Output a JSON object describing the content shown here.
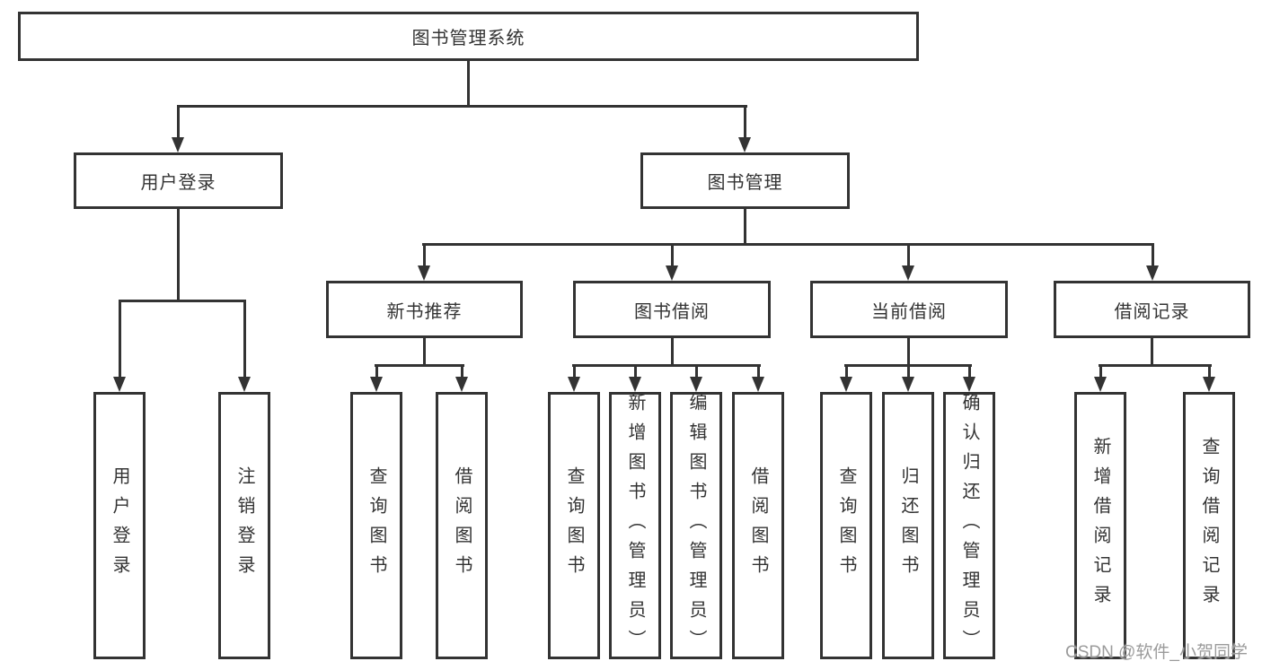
{
  "diagram": {
    "root": {
      "label": "图书管理系统"
    },
    "level2": [
      {
        "label": "用户登录"
      },
      {
        "label": "图书管理"
      }
    ],
    "level3": [
      {
        "label": "新书推荐"
      },
      {
        "label": "图书借阅"
      },
      {
        "label": "当前借阅"
      },
      {
        "label": "借阅记录"
      }
    ],
    "leaves": {
      "user_login": [
        "用户登录",
        "注销登录"
      ],
      "new_book": [
        "查询图书",
        "借阅图书"
      ],
      "book_borrow": [
        "查询图书",
        "新增图书（管理员）",
        "编辑图书（管理员）",
        "借阅图书"
      ],
      "current_borrow": [
        "查询图书",
        "归还图书",
        "确认归还（管理员）"
      ],
      "borrow_record": [
        "新增借阅记录",
        "查询借阅记录"
      ]
    }
  },
  "watermark": {
    "text": "CSDN @软件_小贺同学"
  },
  "colors": {
    "line": "#333333",
    "box_border": "#333333",
    "text": "#333333",
    "watermark_text": "#9b9b9b",
    "background": "#ffffff"
  }
}
